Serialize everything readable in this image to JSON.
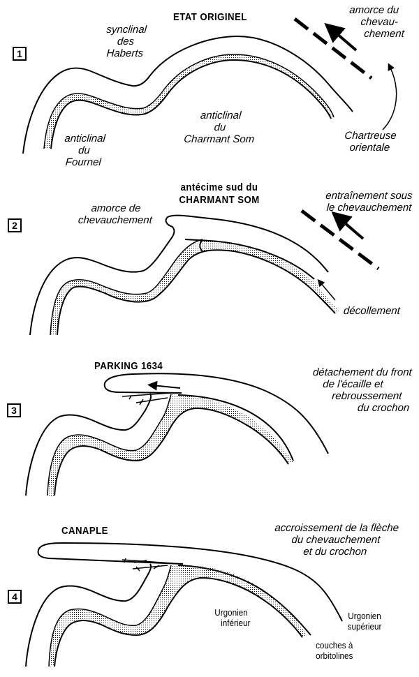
{
  "figure": {
    "panels": [
      {
        "number": "1",
        "title": "ETAT ORIGINEL",
        "labels": {
          "synclinal": [
            "synclinal",
            "des",
            "Haberts"
          ],
          "anticlinal_fournel": [
            "anticlinal",
            "du",
            "Fournel"
          ],
          "anticlinal_charmant": [
            "anticlinal",
            "du",
            "Charmant Som"
          ],
          "amorce": [
            "amorce du",
            "chevau-",
            "chement"
          ],
          "chartreuse": [
            "Chartreuse",
            "orientale"
          ]
        }
      },
      {
        "number": "2",
        "title": [
          "antécime sud du",
          "CHARMANT SOM"
        ],
        "labels": {
          "amorce": [
            "amorce de",
            "chevauchement"
          ],
          "entrainement": [
            "entraînement sous",
            "le chevauchement"
          ],
          "decollement": "décollement"
        }
      },
      {
        "number": "3",
        "title": "PARKING 1634",
        "labels": {
          "detachement": [
            "détachement du front",
            "de l'écaille et",
            "rebroussement",
            "du crochon"
          ]
        }
      },
      {
        "number": "4",
        "title": "CANAPLE",
        "labels": {
          "accroissement": [
            "accroissement de la flèche",
            "du chevauchement",
            "et du crochon"
          ],
          "urgonien_inferieur": [
            "Urgonien",
            "inférieur"
          ],
          "urgonien_superieur": [
            "Urgonien",
            "supérieur"
          ],
          "couches": [
            "couches à",
            "orbitolines"
          ]
        }
      }
    ],
    "colors": {
      "ink": "#000000",
      "paper": "#ffffff",
      "stipple": "#000000"
    }
  }
}
